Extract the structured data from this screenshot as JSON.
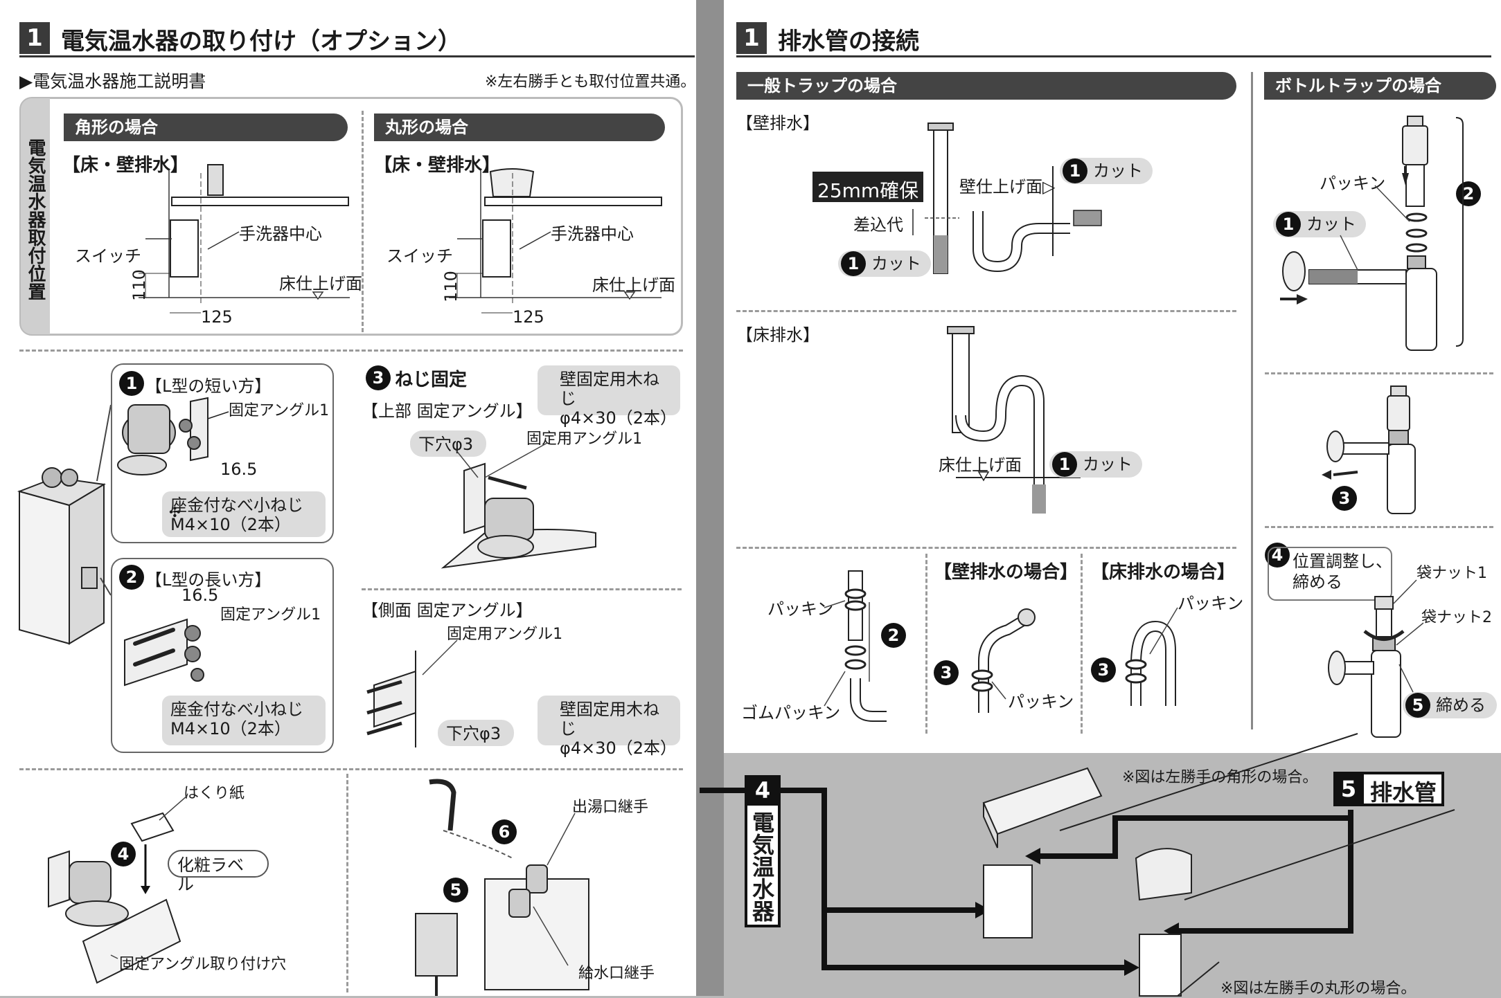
{
  "left": {
    "step_number": "1",
    "title": "電気温水器の取り付け（オプション）",
    "subtitle": "▶電気温水器施工説明書",
    "note": "※左右勝手とも取付位置共通。",
    "side_label": "電気温水器取付位置",
    "square_case": {
      "header": "角形の場合",
      "drain": "【床・壁排水】",
      "switch": "スイッチ",
      "sink_center": "手洗器中心",
      "floor": "床仕上げ面",
      "dim_h": "110",
      "dim_w": "125"
    },
    "round_case": {
      "header": "丸形の場合",
      "drain": "【床・壁排水】",
      "switch": "スイッチ",
      "sink_center": "手洗器中心",
      "floor": "床仕上げ面",
      "dim_h": "110",
      "dim_w": "125"
    },
    "step1": {
      "num": "1",
      "title": "【L型の短い方】",
      "angle": "固定アングル1",
      "dim": "16.5",
      "screw_label": "座金付なべ小ねじ\nM4×10（2本）"
    },
    "step2": {
      "num": "2",
      "title": "【L型の長い方】",
      "dim": "16.5",
      "angle": "固定アングル1",
      "screw_label": "座金付なべ小ねじ\nM4×10（2本）"
    },
    "step3": {
      "num": "3",
      "title": "ねじ固定",
      "top_angle": "【上部 固定アングル】",
      "wood_screw": "壁固定用木ねじ\nφ4×30（2本）",
      "hole": "下穴φ3",
      "fix_angle": "固定用アングル1",
      "side_angle": "【側面 固定アングル】",
      "fix_angle2": "固定用アングル1",
      "hole2": "下穴φ3",
      "wood_screw2": "壁固定用木ねじ\nφ4×30（2本）"
    },
    "step4": {
      "num": "4",
      "peel": "はくり紙",
      "label": "化粧ラベル",
      "hole": "固定アングル取り付け穴"
    },
    "step56": {
      "num5": "5",
      "num6": "6",
      "outlet": "出湯口継手",
      "inlet": "給水口継手"
    }
  },
  "right": {
    "step_number": "1",
    "title": "排水管の接続",
    "general_trap": "一般トラップの場合",
    "bottle_trap": "ボトルトラップの場合",
    "wall_drain": "【壁排水】",
    "secure": "25mm確保",
    "insert": "差込代",
    "wall_finish": "壁仕上げ面▷",
    "cut": "カット",
    "floor_drain": "【床排水】",
    "floor_finish": "床仕上げ面",
    "packing": "パッキン",
    "rubber_packing": "ゴムパッキン",
    "wall_case": "【壁排水の場合】",
    "floor_case": "【床排水の場合】",
    "packing2": "パッキン",
    "packing3": "パッキン",
    "bottle_packing": "パッキン",
    "adjust": "位置調整し、\n締める",
    "nut1": "袋ナット1",
    "nut2": "袋ナット2",
    "tighten": "締める",
    "n1": "1",
    "n2": "2",
    "n3": "3",
    "n4": "4",
    "n5": "5"
  },
  "bottom": {
    "tab4_num": "4",
    "tab4_label": "電気温水器",
    "tab5_num": "5",
    "tab5_label": "排水管",
    "note_square": "※図は左勝手の角形の場合。",
    "note_round": "※図は左勝手の丸形の場合。"
  }
}
